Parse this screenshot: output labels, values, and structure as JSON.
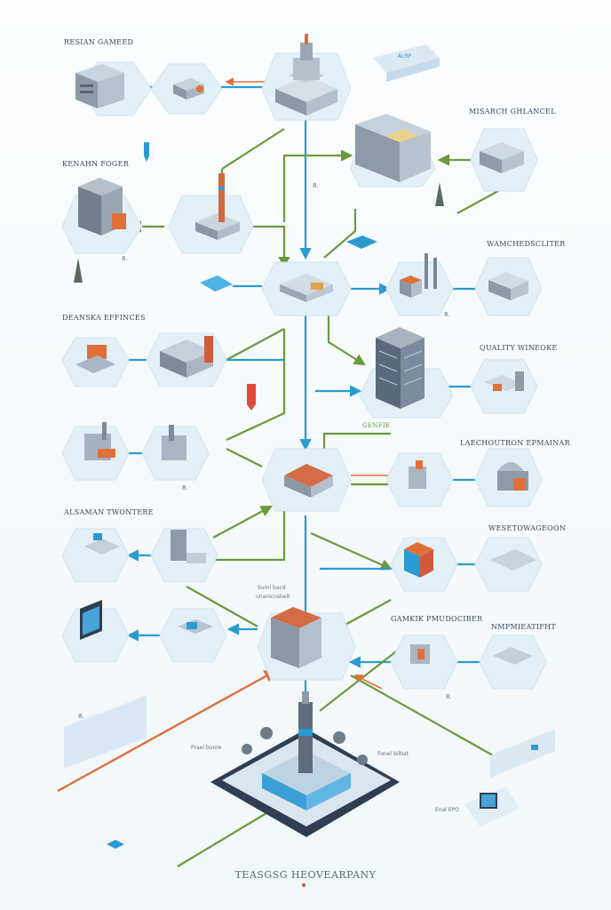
{
  "footer": {
    "title": "TEASGSG HEOVEARPANY"
  },
  "labels": {
    "research_center": "RESIAN GAMEED",
    "research_channel": "MISARCH GHLANCEL",
    "location_power": "KENAHN FOGER",
    "warehouse_center": "WAMCHEDSCLITER",
    "data_center": "DEANSKA EFFINCES",
    "quality_control": "QUALITY WINEOKE",
    "lab_engineering": "LAECHOUTRON EPMAINAR",
    "alarm_monitor": "ALSAMAN TWONTERE",
    "west_station": "WESETOWAGEOON",
    "gamma_hub": "GAMKIK PMUDOCIBER",
    "manufacturing": "NMPMIEATIFHT",
    "geno": "GENFIE"
  },
  "notes": {
    "n1": "8.",
    "n2": "8.",
    "n3": "8.",
    "n4": "8.",
    "n5": "8.",
    "n6": "8.",
    "hub_a": "Suml bacd",
    "hub_b": "unanicnsbeit",
    "base_l1": "Prael bunre",
    "base_r1": "Fonel bilbat",
    "base_r2": "Enal EPO",
    "tile_tag": "ALRP"
  },
  "colors": {
    "blue": "#2a9bd0",
    "green": "#6a9a3c",
    "orange": "#e0703a",
    "tile": "#e3eff8"
  }
}
